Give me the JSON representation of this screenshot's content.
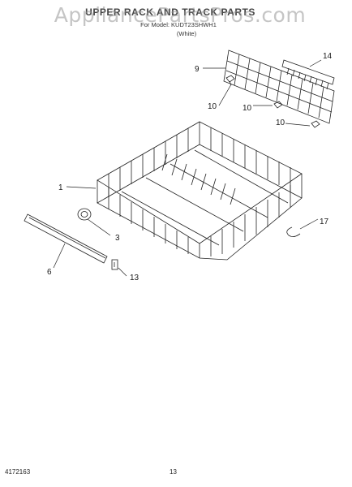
{
  "header": {
    "title": "UPPER RACK AND TRACK PARTS",
    "model": "For Model: KUDT23SHWH1",
    "variant": "(White)",
    "watermark": "AppliancePartsPros.com"
  },
  "callouts": {
    "p1": "1",
    "p3": "3",
    "p6": "6",
    "p9": "9",
    "p10a": "10",
    "p10b": "10",
    "p13": "13",
    "p14": "14",
    "p17": "17"
  },
  "footer": {
    "doc_number": "4172163",
    "page_number": "13"
  }
}
